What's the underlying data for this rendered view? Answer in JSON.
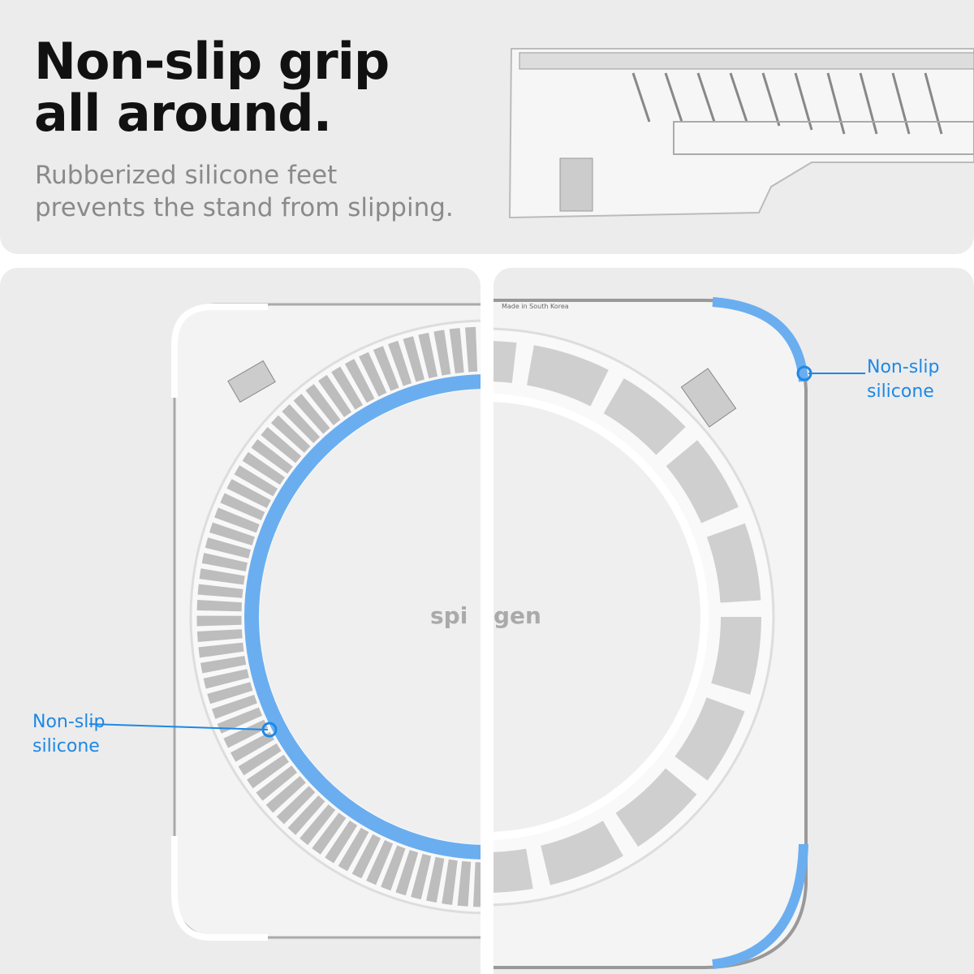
{
  "header": {
    "headline_line1": "Non-slip grip",
    "headline_line2": "all around.",
    "subtitle_line1": "Rubberized silicone feet",
    "subtitle_line2": "prevents the stand from slipping."
  },
  "callouts": {
    "left": {
      "line1": "Non-slip",
      "line2": "silicone"
    },
    "right": {
      "line1": "Non-slip",
      "line2": "silicone"
    }
  },
  "brand": {
    "logo": "spigen",
    "imprint": "Made in South Korea"
  },
  "colors": {
    "accent": "#1e88e5",
    "silicone": "#6aaef0",
    "panel": "#ececec"
  }
}
